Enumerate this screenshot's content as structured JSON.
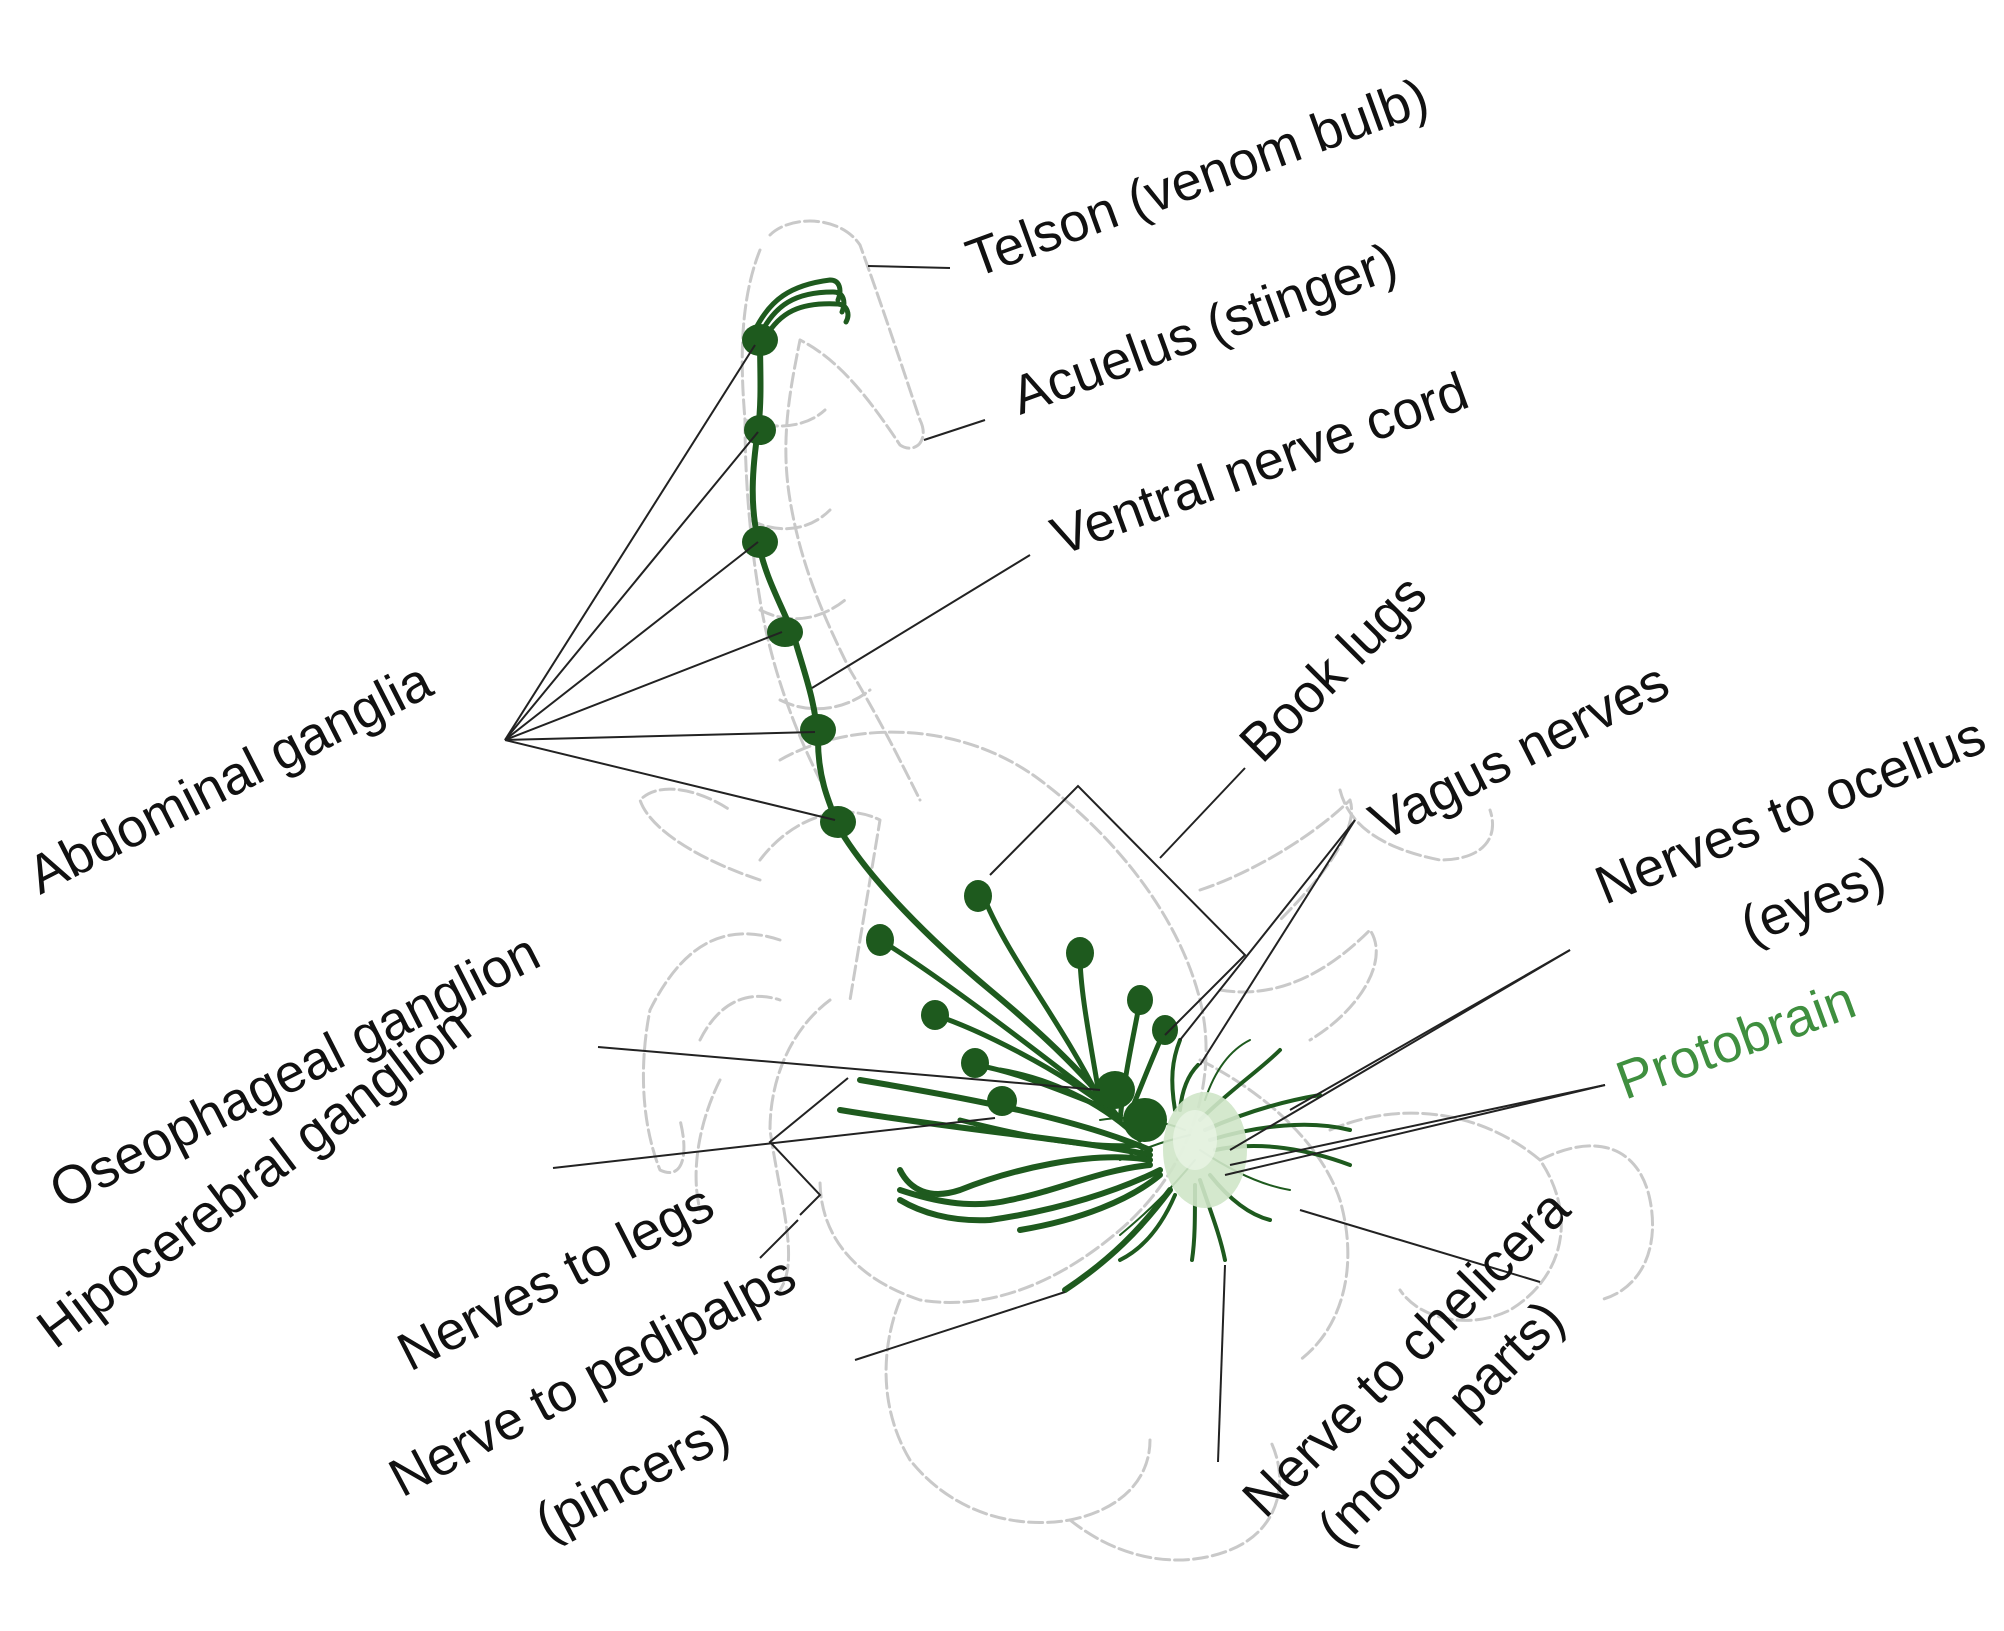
{
  "colors": {
    "nerve": "#1e5a1e",
    "protobrain_label": "#3f8f3f",
    "protobrain_fill": "#cfe6c8",
    "outline": "#c9c9c9",
    "text": "#111111"
  },
  "labels": {
    "telson": "Telson (venom bulb)",
    "aculeus": "Acuelus (stinger)",
    "ventral_nerve_cord": "Ventral nerve cord",
    "book_lungs": "Book lugs",
    "vagus_nerves": "Vagus nerves",
    "nerves_to_ocellus_1": "Nerves to ocellus",
    "nerves_to_ocellus_2": "(eyes)",
    "protobrain": "Protobrain",
    "abdominal_ganglia": "Abdominal ganglia",
    "oesophageal_ganglion": "Oseophageal ganglion",
    "hipocerebral_ganglion": "Hipocerebral ganglion",
    "nerves_to_legs": "Nerves to legs",
    "nerve_to_pedipalps_1": "Nerve to pedipalps",
    "nerve_to_pedipalps_2": "(pincers)",
    "nerve_to_chelicera_1": "Nerve to chelicera",
    "nerve_to_chelicera_2": "(mouth parts)"
  }
}
